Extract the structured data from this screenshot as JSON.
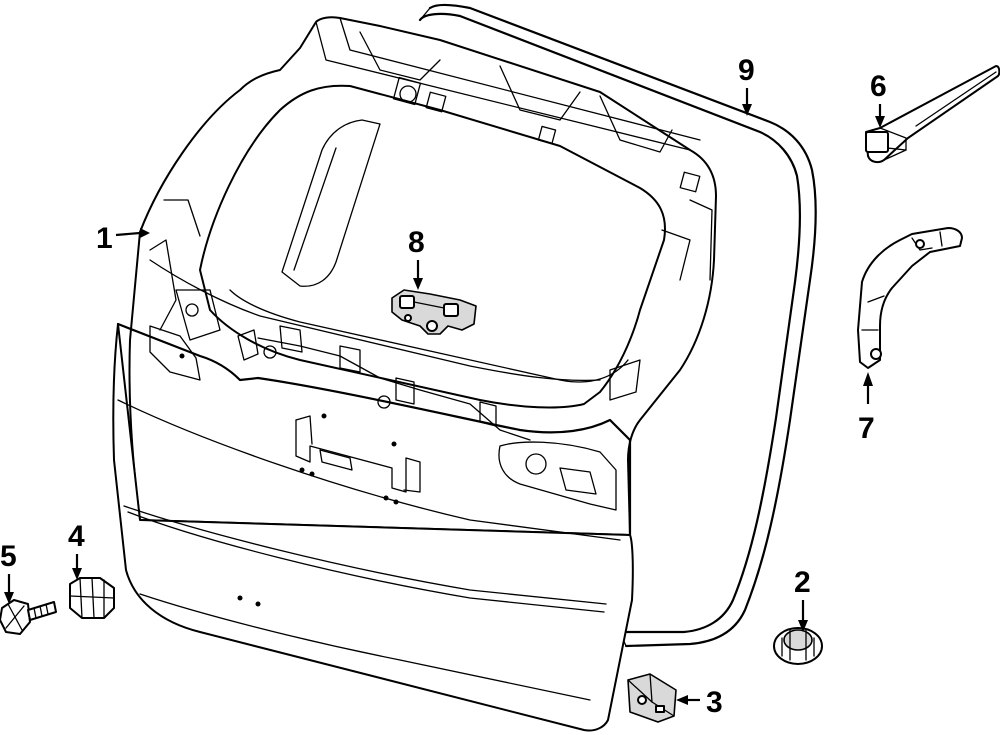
{
  "callouts": [
    {
      "id": "1",
      "label": "1",
      "part": "liftgate"
    },
    {
      "id": "2",
      "label": "2",
      "part": "clip"
    },
    {
      "id": "3",
      "label": "3",
      "part": "bracket"
    },
    {
      "id": "4",
      "label": "4",
      "part": "nut"
    },
    {
      "id": "5",
      "label": "5",
      "part": "bolt"
    },
    {
      "id": "6",
      "label": "6",
      "part": "wiper-arm"
    },
    {
      "id": "7",
      "label": "7",
      "part": "hinge"
    },
    {
      "id": "8",
      "label": "8",
      "part": "latch"
    },
    {
      "id": "9",
      "label": "9",
      "part": "weatherstrip"
    }
  ]
}
